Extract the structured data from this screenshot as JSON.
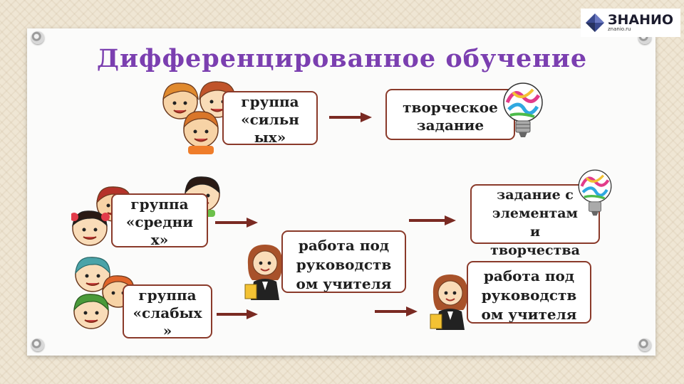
{
  "logo": {
    "brand": "ЗНАНИО",
    "site": "znanio.ru"
  },
  "title": "Дифференцированное обучение",
  "boxes": {
    "strong_group": "группа\n«сильн\nых»",
    "creative_task": "творческое\nзадание",
    "middle_group": "группа\n«средни\nх»",
    "creative_elements_task": "задание с\nэлементам\nи\nтворчества",
    "teacher_guided_middle": "работа под\nруководств\nом учителя",
    "weak_group": "группа\n«слабых\n»",
    "teacher_guided_weak": "работа под\nруководств\nом учителя"
  },
  "colors": {
    "title": "#7b3fb0",
    "box_border": "#8a3a2a",
    "arrow": "#7a2a22"
  },
  "icons": [
    "children-icon",
    "teacher-icon",
    "lightbulb-icon",
    "arrow-right-icon",
    "pushpin-icon",
    "znanio-logo-icon"
  ]
}
